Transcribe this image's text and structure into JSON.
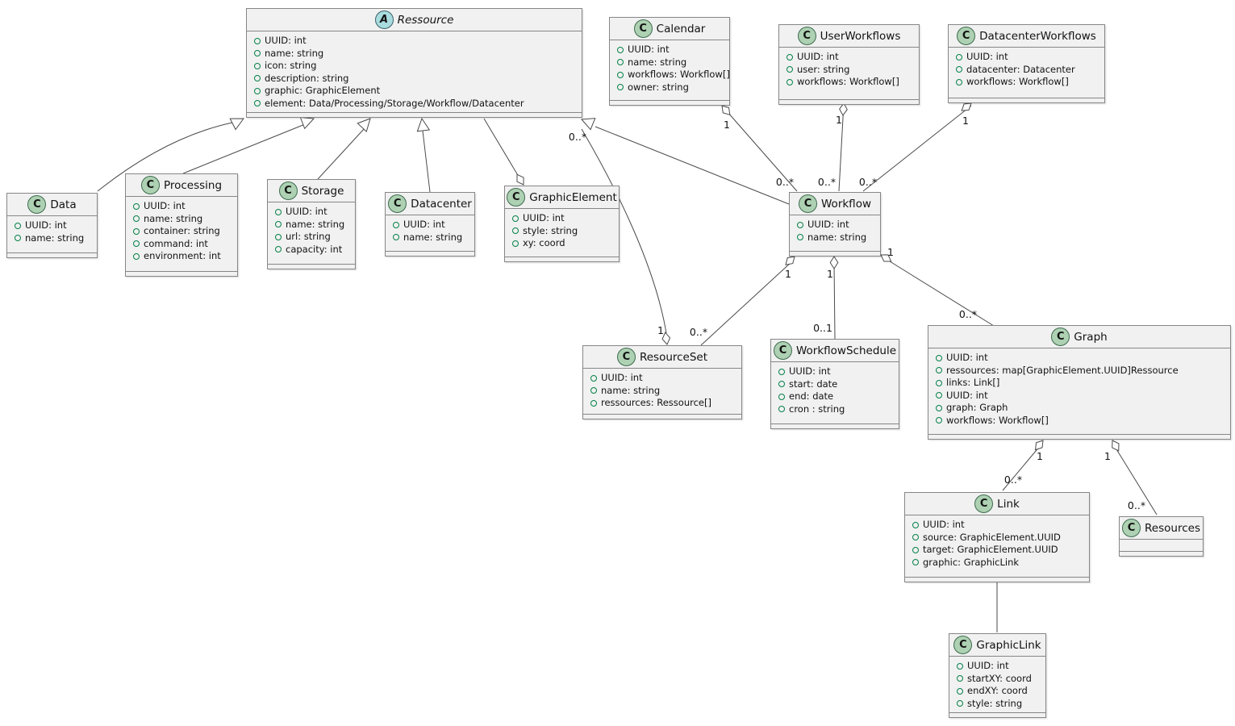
{
  "diagram": {
    "type": "uml-class-diagram",
    "colors": {
      "class_icon_bg": "#ADD1B2",
      "abstract_icon_bg": "#A9DCDF",
      "box_bg": "#F1F1F1",
      "field_bullet": "#038048"
    },
    "classes": [
      {
        "id": "ressource",
        "icon": "A",
        "abstract": true,
        "name": "Ressource",
        "attributes": [
          "UUID: int",
          "name: string",
          "icon: string",
          "description: string",
          "graphic: GraphicElement",
          "element: Data/Processing/Storage/Workflow/Datacenter"
        ]
      },
      {
        "id": "data",
        "icon": "C",
        "abstract": false,
        "name": "Data",
        "attributes": [
          "UUID: int",
          "name: string"
        ]
      },
      {
        "id": "processing",
        "icon": "C",
        "abstract": false,
        "name": "Processing",
        "attributes": [
          "UUID: int",
          "name: string",
          "container: string",
          "command: int",
          "environment: int"
        ]
      },
      {
        "id": "storage",
        "icon": "C",
        "abstract": false,
        "name": "Storage",
        "attributes": [
          "UUID: int",
          "name: string",
          "url: string",
          "capacity: int"
        ]
      },
      {
        "id": "datacenter",
        "icon": "C",
        "abstract": false,
        "name": "Datacenter",
        "attributes": [
          "UUID: int",
          "name: string"
        ]
      },
      {
        "id": "graphicelement",
        "icon": "C",
        "abstract": false,
        "name": "GraphicElement",
        "attributes": [
          "UUID: int",
          "style: string",
          "xy: coord"
        ]
      },
      {
        "id": "calendar",
        "icon": "C",
        "abstract": false,
        "name": "Calendar",
        "attributes": [
          "UUID: int",
          "name: string",
          "workflows: Workflow[]",
          "owner: string"
        ]
      },
      {
        "id": "userworkflows",
        "icon": "C",
        "abstract": false,
        "name": "UserWorkflows",
        "attributes": [
          "UUID: int",
          "user: string",
          "workflows: Workflow[]"
        ]
      },
      {
        "id": "datacenterworkflows",
        "icon": "C",
        "abstract": false,
        "name": "DatacenterWorkflows",
        "attributes": [
          "UUID: int",
          "datacenter: Datacenter",
          "workflows: Workflow[]"
        ]
      },
      {
        "id": "workflow",
        "icon": "C",
        "abstract": false,
        "name": "Workflow",
        "attributes": [
          "UUID: int",
          "name: string"
        ]
      },
      {
        "id": "resourceset",
        "icon": "C",
        "abstract": false,
        "name": "ResourceSet",
        "attributes": [
          "UUID: int",
          "name: string",
          "ressources: Ressource[]"
        ]
      },
      {
        "id": "workflowschedule",
        "icon": "C",
        "abstract": false,
        "name": "WorkflowSchedule",
        "attributes": [
          "UUID: int",
          "start: date",
          "end: date",
          "cron : string"
        ]
      },
      {
        "id": "graph",
        "icon": "C",
        "abstract": false,
        "name": "Graph",
        "attributes": [
          "UUID: int",
          "ressources: map[GraphicElement.UUID]Ressource",
          "links: Link[]",
          "UUID: int",
          "graph: Graph",
          "workflows: Workflow[]"
        ]
      },
      {
        "id": "link",
        "icon": "C",
        "abstract": false,
        "name": "Link",
        "attributes": [
          "UUID: int",
          "source: GraphicElement.UUID",
          "target: GraphicElement.UUID",
          "graphic: GraphicLink"
        ]
      },
      {
        "id": "resources",
        "icon": "C",
        "abstract": false,
        "name": "Resources",
        "attributes": []
      },
      {
        "id": "graphiclink",
        "icon": "C",
        "abstract": false,
        "name": "GraphicLink",
        "attributes": [
          "UUID: int",
          "startXY: coord",
          "endXY: coord",
          "style: string"
        ]
      }
    ],
    "relations": [
      {
        "from": "Data",
        "to": "Ressource",
        "type": "extends"
      },
      {
        "from": "Processing",
        "to": "Ressource",
        "type": "extends"
      },
      {
        "from": "Storage",
        "to": "Ressource",
        "type": "extends"
      },
      {
        "from": "Datacenter",
        "to": "Ressource",
        "type": "extends"
      },
      {
        "from": "Workflow",
        "to": "Ressource",
        "type": "extends"
      },
      {
        "from": "Ressource",
        "to": "GraphicElement",
        "type": "aggregation"
      },
      {
        "from": "Calendar",
        "to": "Workflow",
        "type": "aggregation",
        "near_label": "1",
        "far_label": "0..*"
      },
      {
        "from": "UserWorkflows",
        "to": "Workflow",
        "type": "aggregation",
        "near_label": "1",
        "far_label": "0..*"
      },
      {
        "from": "DatacenterWorkflows",
        "to": "Workflow",
        "type": "aggregation",
        "near_label": "1",
        "far_label": "0..*"
      },
      {
        "from": "Workflow",
        "to": "ResourceSet",
        "type": "aggregation",
        "near_label": "1",
        "far_label": "0..*"
      },
      {
        "from": "Workflow",
        "to": "WorkflowSchedule",
        "type": "aggregation",
        "near_label": "1",
        "far_label": "0..1"
      },
      {
        "from": "Workflow",
        "to": "Graph",
        "type": "aggregation",
        "near_label": "1",
        "far_label": "0..*"
      },
      {
        "from": "ResourceSet",
        "to": "Ressource",
        "type": "aggregation",
        "near_label": "1",
        "far_label": "0..*"
      },
      {
        "from": "Graph",
        "to": "Link",
        "type": "aggregation",
        "near_label": "1",
        "far_label": "0..*"
      },
      {
        "from": "Graph",
        "to": "Resources",
        "type": "aggregation",
        "near_label": "1",
        "far_label": "0..*"
      },
      {
        "from": "Link",
        "to": "GraphicLink",
        "type": "association"
      }
    ]
  }
}
